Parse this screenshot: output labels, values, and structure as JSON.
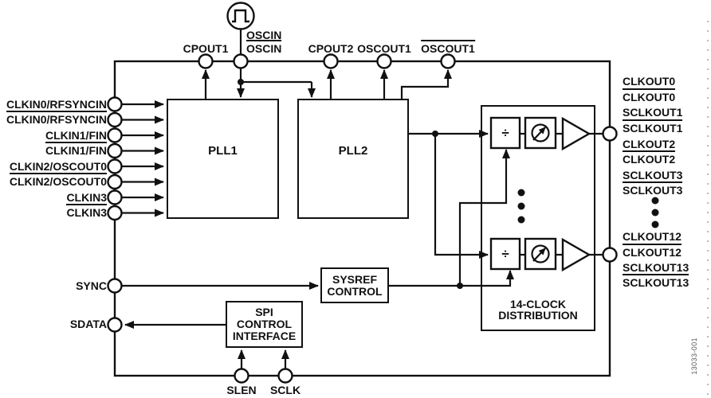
{
  "colors": {
    "line": "#111111",
    "background": "#ffffff",
    "figure_number": "#5a5a5a"
  },
  "figure_number": "13033-001",
  "icons": {
    "oscillator": "square-wave-oscillator",
    "vco": "sine-wave-oscillator",
    "phase": "phase-adjust",
    "buffer": "output-driver-triangle"
  },
  "symbols": {
    "divider": "÷"
  },
  "top_pins": {
    "cpout1": "CPOUT1",
    "oscin": "OSCIN",
    "oscin_b": "OSCIN",
    "cpout2": "CPOUT2",
    "oscout1": "OSCOUT1",
    "oscout1_b": "OSCOUT1"
  },
  "left_pins": [
    {
      "label": "CLKIN0/RFSYNCIN",
      "overline": false
    },
    {
      "label": "CLKIN0/RFSYNCIN",
      "overline": true
    },
    {
      "label": "CLKIN1/FIN",
      "overline": false
    },
    {
      "label": "CLKIN1/FIN",
      "overline": true
    },
    {
      "label": "CLKIN2/OSCOUT0",
      "overline": false
    },
    {
      "label": "CLKIN2/OSCOUT0",
      "overline": true
    },
    {
      "label": "CLKIN3",
      "overline": false
    },
    {
      "label": "CLKIN3",
      "overline": true
    }
  ],
  "control_pins": {
    "sync": "SYNC",
    "sdata": "SDATA",
    "slen": "SLEN",
    "sclk": "SCLK"
  },
  "blocks": {
    "pll1": "PLL1",
    "pll2": "PLL2",
    "sysref": {
      "line1": "SYSREF",
      "line2": "CONTROL"
    },
    "spi": {
      "line1": "SPI",
      "line2": "CONTROL",
      "line3": "INTERFACE"
    },
    "distribution": {
      "line1": "14-CLOCK",
      "line2": "DISTRIBUTION"
    }
  },
  "right_pins": {
    "group1": [
      {
        "label": "CLKOUT0",
        "overline": false
      },
      {
        "label": "CLKOUT0",
        "overline": true
      },
      {
        "label": "SCLKOUT1",
        "overline": false
      },
      {
        "label": "SCLKOUT1",
        "overline": true
      },
      {
        "label": "CLKOUT2",
        "overline": false
      },
      {
        "label": "CLKOUT2",
        "overline": true
      },
      {
        "label": "SCLKOUT3",
        "overline": false
      },
      {
        "label": "SCLKOUT3",
        "overline": true
      }
    ],
    "group2": [
      {
        "label": "CLKOUT12",
        "overline": false
      },
      {
        "label": "CLKOUT12",
        "overline": true
      },
      {
        "label": "SCLKOUT13",
        "overline": false
      },
      {
        "label": "SCLKOUT13",
        "overline": true
      }
    ]
  }
}
